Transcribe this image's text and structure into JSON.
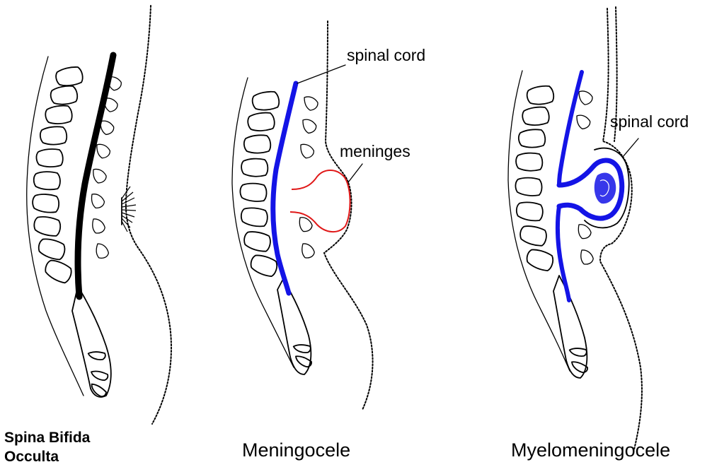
{
  "colors": {
    "ink": "#000000",
    "spinal_cord": "#1414e6",
    "meninges": "#e01818",
    "background": "#ffffff"
  },
  "panels": [
    {
      "caption_lines": [
        "Spina Bifida",
        "Occulta"
      ],
      "callouts": []
    },
    {
      "caption_lines": [
        "Meningocele"
      ],
      "callouts": [
        "spinal cord",
        "meninges"
      ]
    },
    {
      "caption_lines": [
        "Myelomeningocele"
      ],
      "callouts": [
        "spinal cord"
      ]
    }
  ]
}
